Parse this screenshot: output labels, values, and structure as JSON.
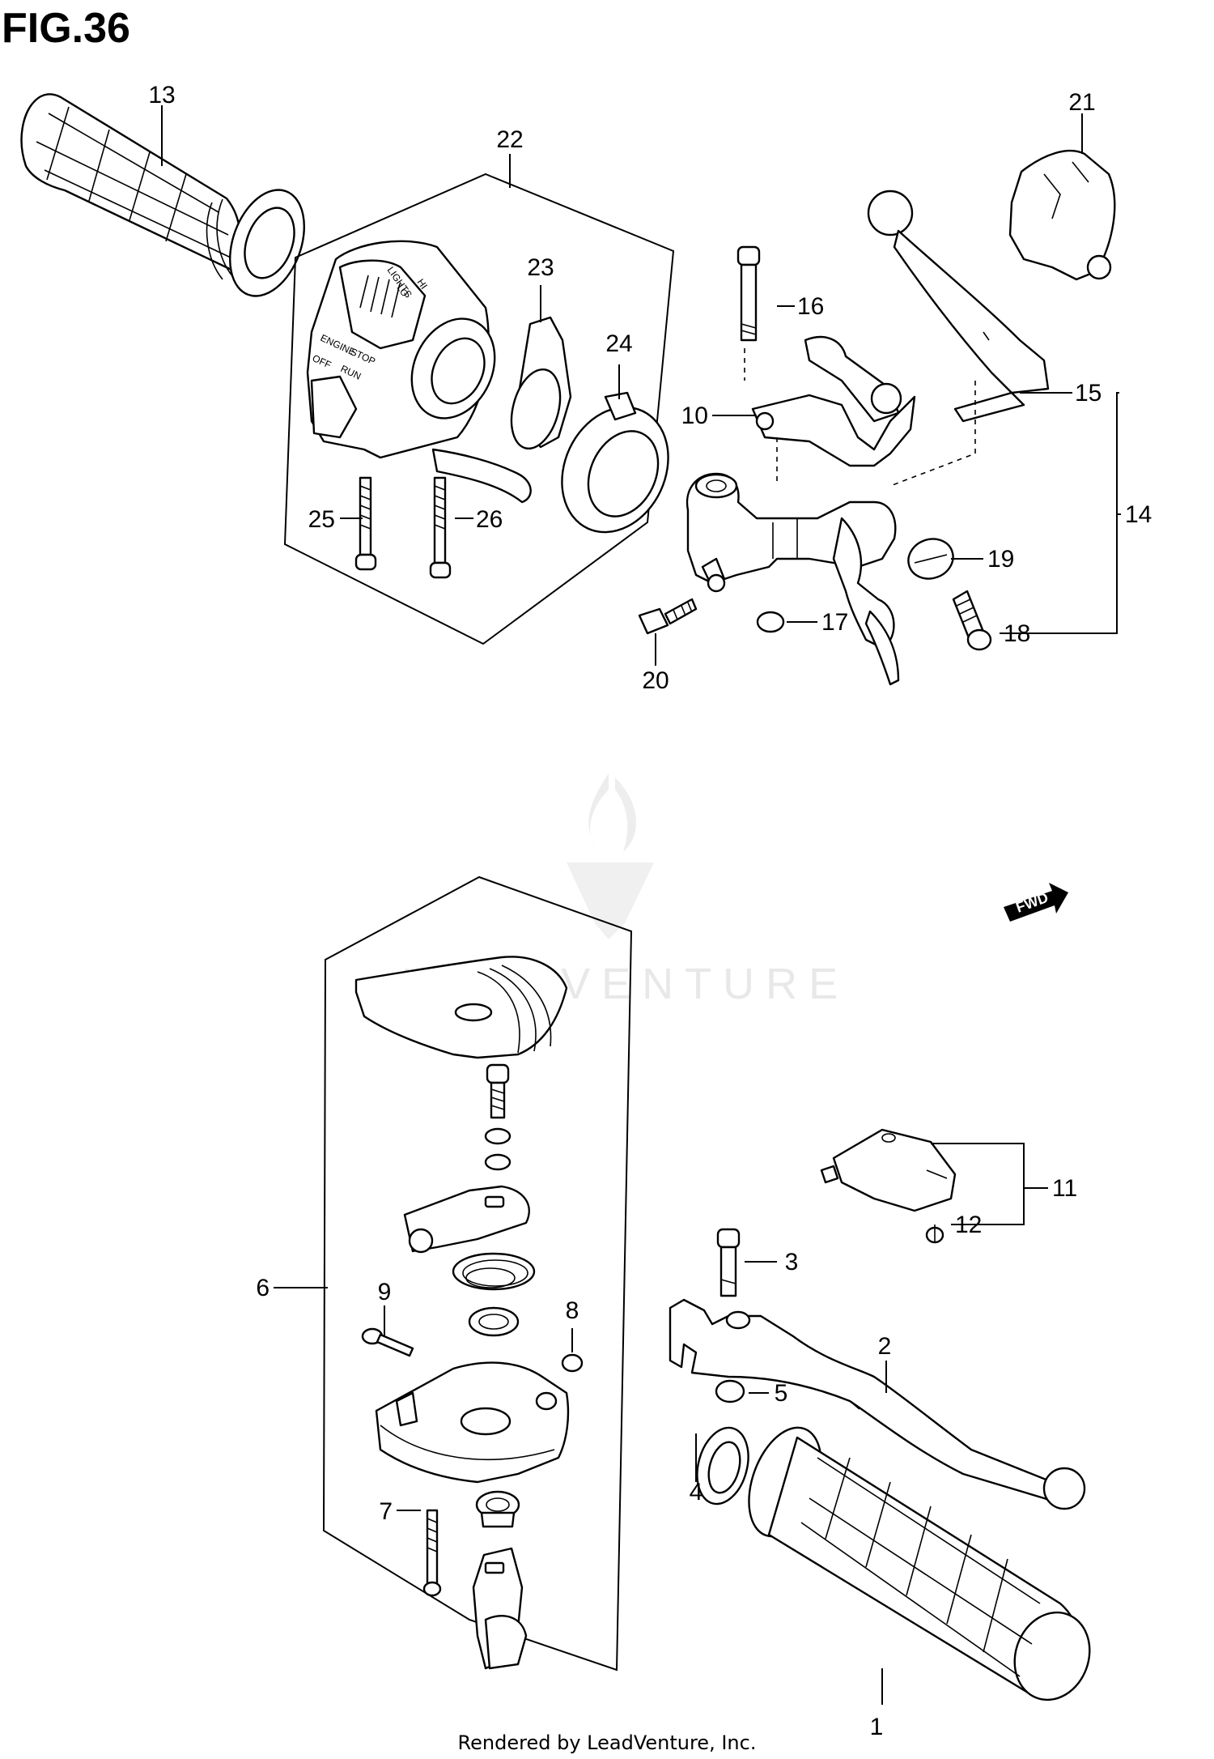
{
  "figure": {
    "title": "FIG.36"
  },
  "footer": "Rendered by LeadVenture, Inc.",
  "watermark": "LEADVENTURE",
  "fwd_label": "FWD",
  "callouts": [
    "1",
    "2",
    "3",
    "4",
    "5",
    "6",
    "7",
    "8",
    "9",
    "10",
    "11",
    "12",
    "13",
    "14",
    "15",
    "16",
    "17",
    "18",
    "19",
    "20",
    "21",
    "22",
    "23",
    "24",
    "25",
    "26"
  ],
  "parts": [
    {
      "ref": "1",
      "icon": "right-grip-icon"
    },
    {
      "ref": "2",
      "icon": "brake-lever-icon"
    },
    {
      "ref": "3",
      "icon": "bolt-icon"
    },
    {
      "ref": "4",
      "icon": "grip-collar-icon"
    },
    {
      "ref": "5",
      "icon": "nut-icon"
    },
    {
      "ref": "6",
      "icon": "throttle-case-assembly-icon"
    },
    {
      "ref": "7",
      "icon": "screw-icon"
    },
    {
      "ref": "8",
      "icon": "nut-icon"
    },
    {
      "ref": "9",
      "icon": "screw-icon"
    },
    {
      "ref": "10",
      "icon": "bracket-icon"
    },
    {
      "ref": "11",
      "icon": "brake-switch-icon"
    },
    {
      "ref": "12",
      "icon": "screw-icon"
    },
    {
      "ref": "13",
      "icon": "left-grip-icon"
    },
    {
      "ref": "14",
      "icon": "clutch-lever-assembly-icon"
    },
    {
      "ref": "15",
      "icon": "clutch-lever-icon"
    },
    {
      "ref": "16",
      "icon": "bolt-icon"
    },
    {
      "ref": "17",
      "icon": "nut-icon"
    },
    {
      "ref": "18",
      "icon": "adjuster-icon"
    },
    {
      "ref": "19",
      "icon": "lock-nut-icon"
    },
    {
      "ref": "20",
      "icon": "bolt-icon"
    },
    {
      "ref": "21",
      "icon": "lever-cover-icon"
    },
    {
      "ref": "22",
      "icon": "handlebar-switch-assembly-icon"
    },
    {
      "ref": "23",
      "icon": "knob-icon"
    },
    {
      "ref": "24",
      "icon": "ring-icon"
    },
    {
      "ref": "25",
      "icon": "screw-icon"
    },
    {
      "ref": "26",
      "icon": "screw-icon"
    }
  ],
  "switch_labels": [
    "LIGHTS",
    "HI",
    "LO",
    "ENGINE",
    "STOP",
    "OFF",
    "RUN"
  ]
}
